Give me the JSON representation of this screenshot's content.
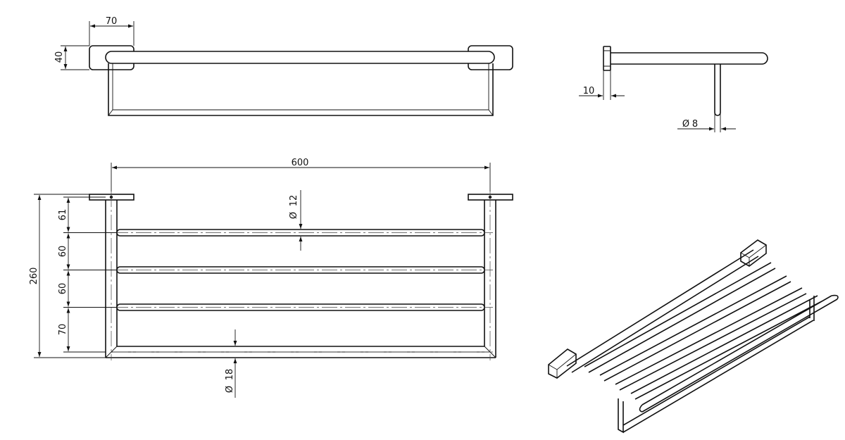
{
  "dimensions": {
    "top_view_bracket_width": "70",
    "top_view_bracket_height": "40",
    "side_view_plate_thickness": "10",
    "side_view_leg_diameter": "8",
    "front_overall_width": "600",
    "front_overall_height": "260",
    "front_rail_diameter": "12",
    "front_bottom_frame_diameter": "18",
    "front_spacing_1": "61",
    "front_spacing_2": "60",
    "front_spacing_3": "60",
    "front_spacing_4": "70"
  },
  "diameter_symbol": "Ø",
  "colors": {
    "line": "#111111",
    "background": "#ffffff"
  }
}
